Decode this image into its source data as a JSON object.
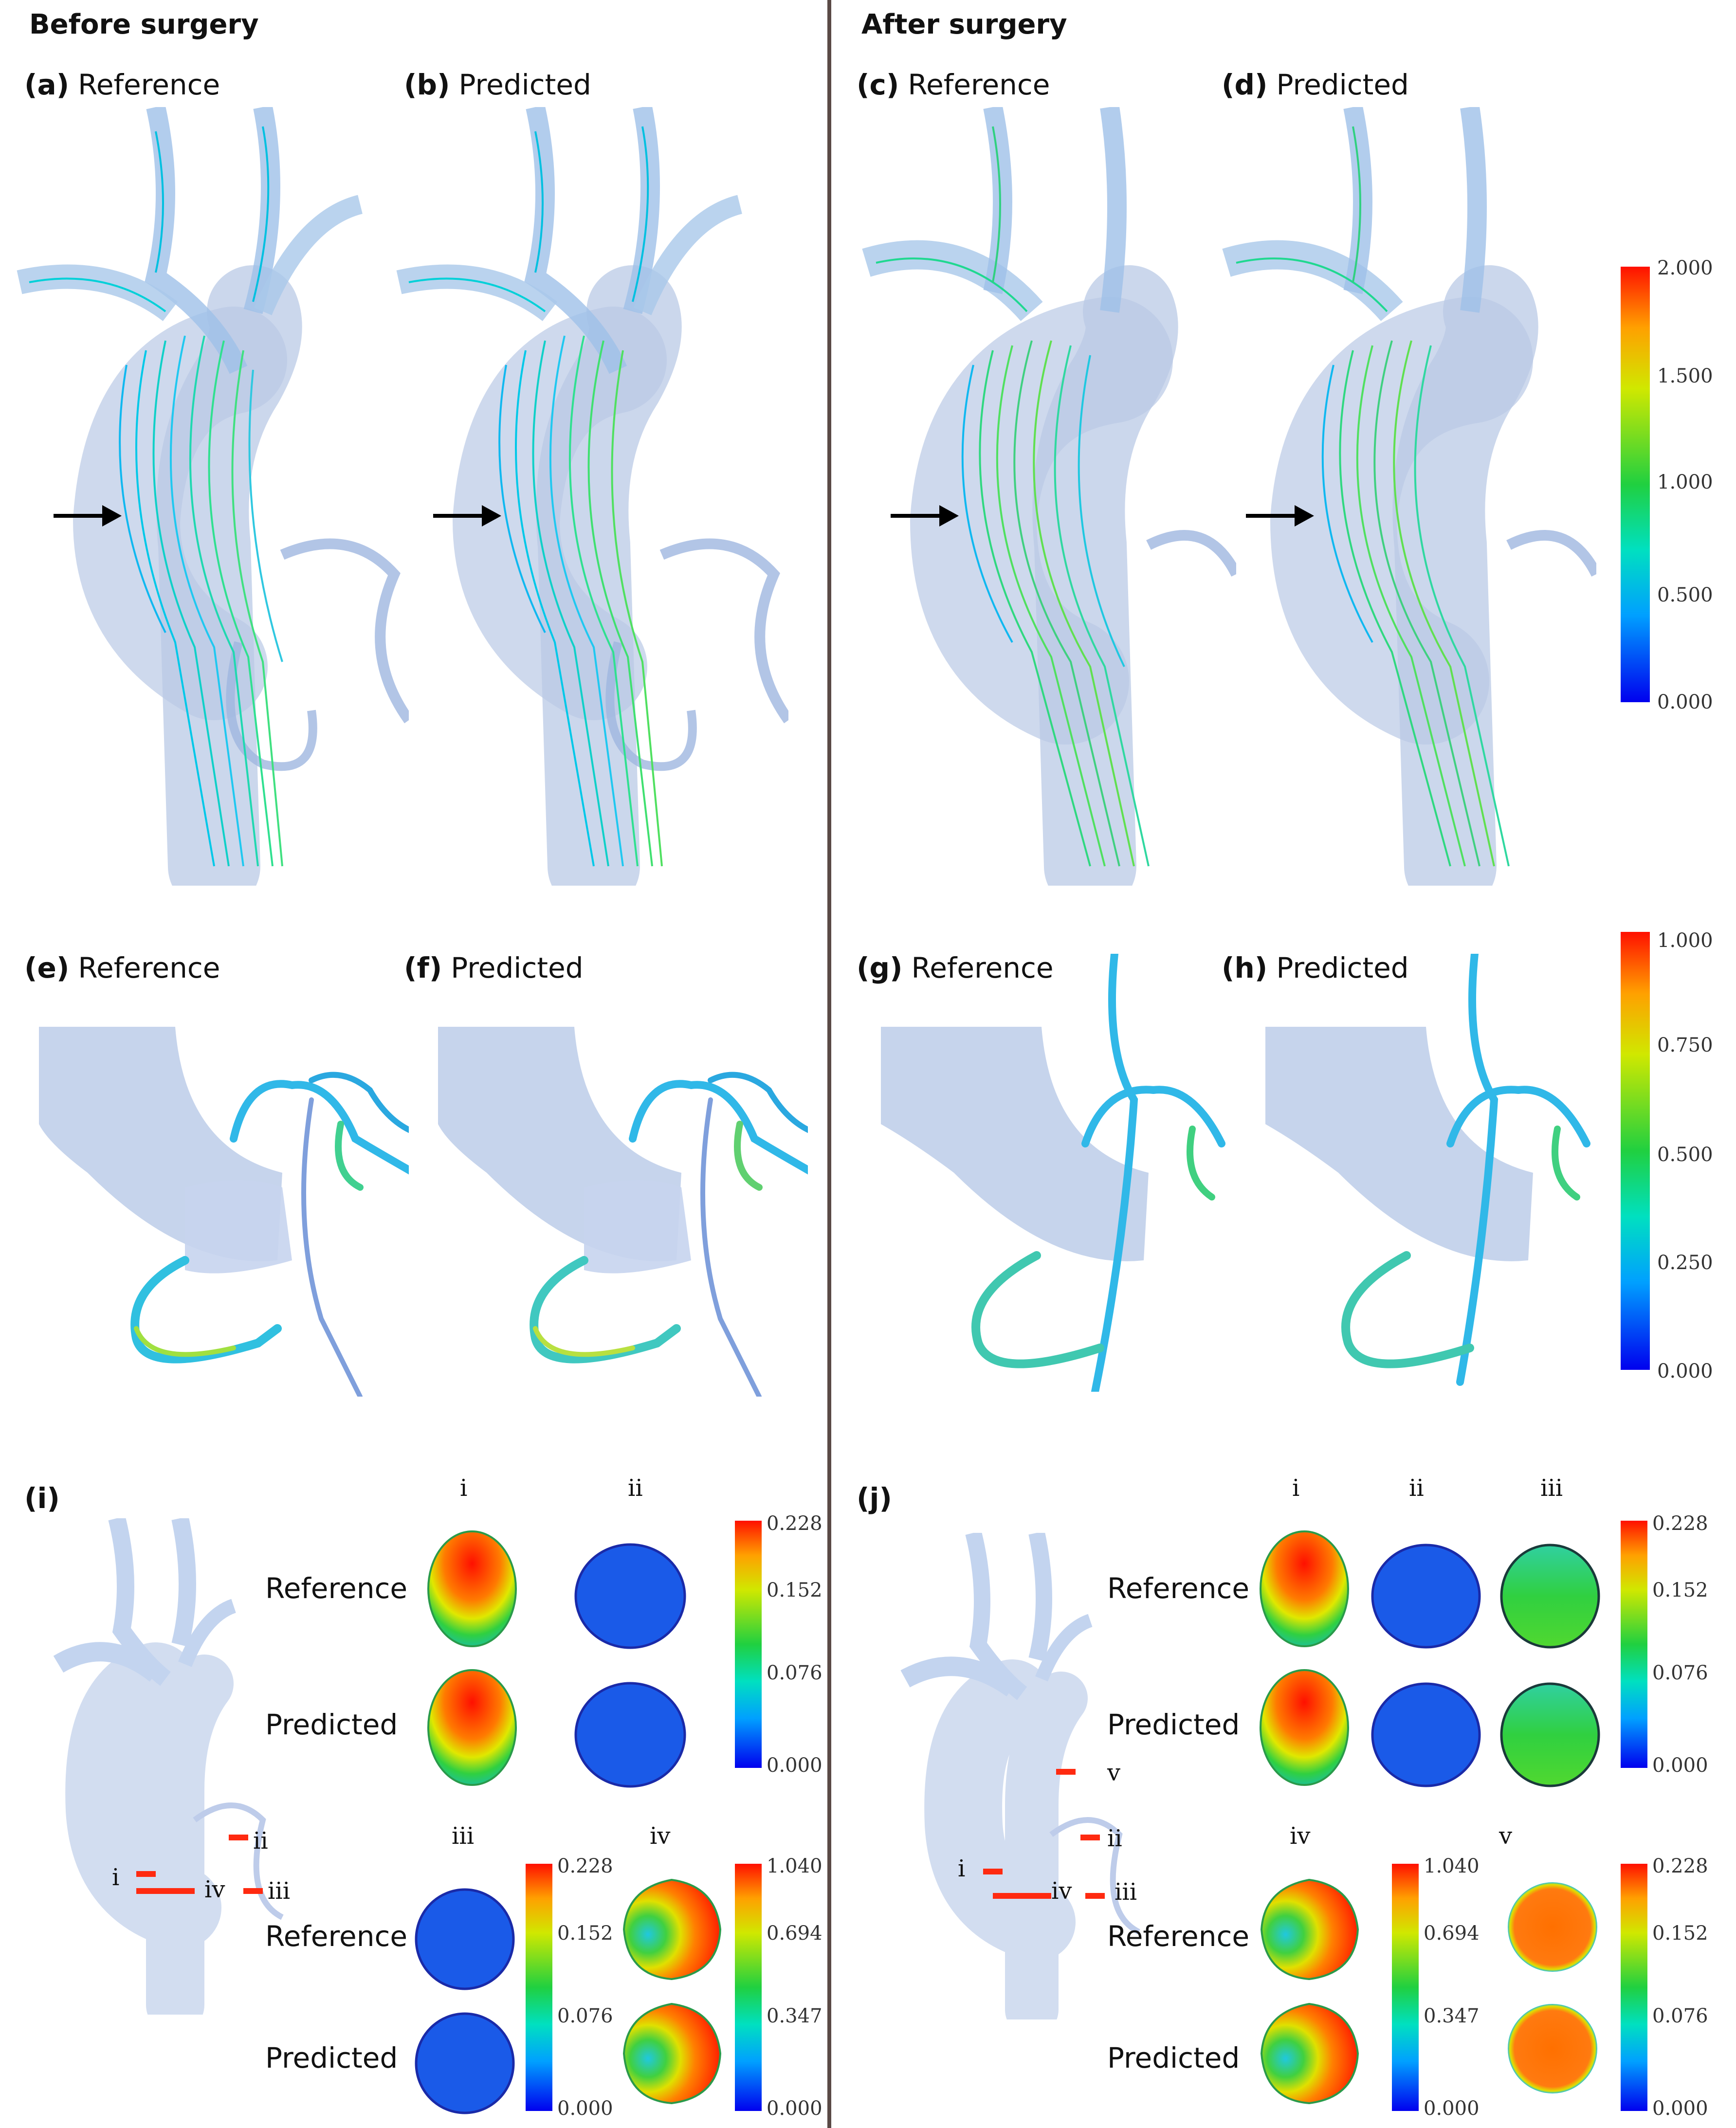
{
  "sections": {
    "before": "Before surgery",
    "after": "After surgery"
  },
  "panels": {
    "a": {
      "letter": "(a)",
      "label": "Reference"
    },
    "b": {
      "letter": "(b)",
      "label": "Predicted"
    },
    "c": {
      "letter": "(c)",
      "label": "Reference"
    },
    "d": {
      "letter": "(d)",
      "label": "Predicted"
    },
    "e": {
      "letter": "(e)",
      "label": "Reference"
    },
    "f": {
      "letter": "(f)",
      "label": "Predicted"
    },
    "g": {
      "letter": "(g)",
      "label": "Reference"
    },
    "h": {
      "letter": "(h)",
      "label": "Predicted"
    },
    "i": {
      "letter": "(i)"
    },
    "j": {
      "letter": "(j)"
    }
  },
  "rows": {
    "reference": "Reference",
    "predicted": "Predicted"
  },
  "sections_roman": {
    "i": "i",
    "ii": "ii",
    "iii": "iii",
    "iv": "iv",
    "v": "v"
  },
  "colorbars": {
    "velocity_top": [
      "2.000",
      "1.500",
      "1.000",
      "0.500",
      "0.000"
    ],
    "velocity_mid": [
      "1.000",
      "0.750",
      "0.500",
      "0.250",
      "0.000"
    ],
    "small": [
      "0.228",
      "0.152",
      "0.076",
      "0.000"
    ],
    "large": [
      "1.040",
      "0.694",
      "0.347",
      "0.000"
    ]
  },
  "colors": {
    "red_marker": "#ff2a10",
    "vessel": "#b9c9e6",
    "divider": "#5a4a46"
  }
}
